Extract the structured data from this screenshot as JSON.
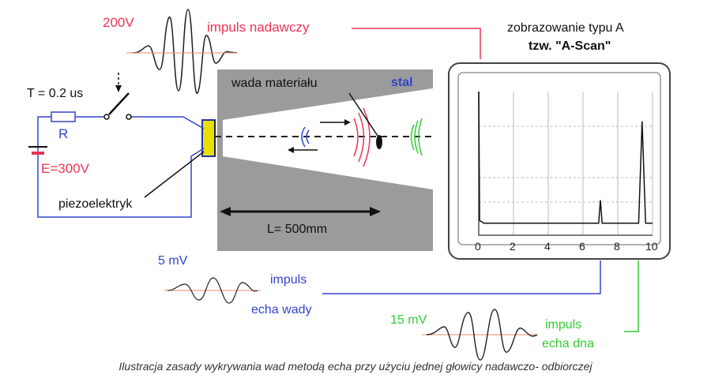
{
  "labels": {
    "v200": "200V",
    "impuls_nadawczy": "impuls nadawczy",
    "period": "T = 0.2 us",
    "resistor": "R",
    "voltage": "E=300V",
    "piezo": "piezoelektryk",
    "defect": "wada materiału",
    "steel": "stal",
    "length": "L= 500mm",
    "display_title": "zobrazowanie typu A",
    "display_subtitle": "tzw. \"A-Scan\"",
    "v5": "5 mV",
    "impuls_wady_1": "impuls",
    "impuls_wady_2": "echa wady",
    "v15": "15 mV",
    "impuls_dna_1": "impuls",
    "impuls_dna_2": "echa dna",
    "caption": "Ilustracja zasady wykrywania wad metodą echa przy użyciu jednej głowicy nadawczo- odbiorczej"
  },
  "chart_data": {
    "type": "line",
    "x_ticks": [
      "0",
      "2",
      "4",
      "6",
      "8",
      "10"
    ],
    "xlim": [
      0,
      10
    ],
    "series": [
      {
        "points": [
          [
            0,
            1.0
          ],
          [
            0.05,
            0.05
          ],
          [
            0.3,
            0.03
          ],
          [
            6.9,
            0.03
          ],
          [
            7.0,
            0.2
          ],
          [
            7.1,
            0.03
          ],
          [
            9.2,
            0.03
          ],
          [
            9.4,
            0.78
          ],
          [
            9.6,
            0.03
          ],
          [
            10,
            0.03
          ]
        ]
      }
    ]
  },
  "colors": {
    "transmit": "#ee3355",
    "defect_echo": "#3344cc",
    "back_echo": "#33cc33",
    "steel_block": "#9b9b9b",
    "transducer": "#e8e000"
  }
}
